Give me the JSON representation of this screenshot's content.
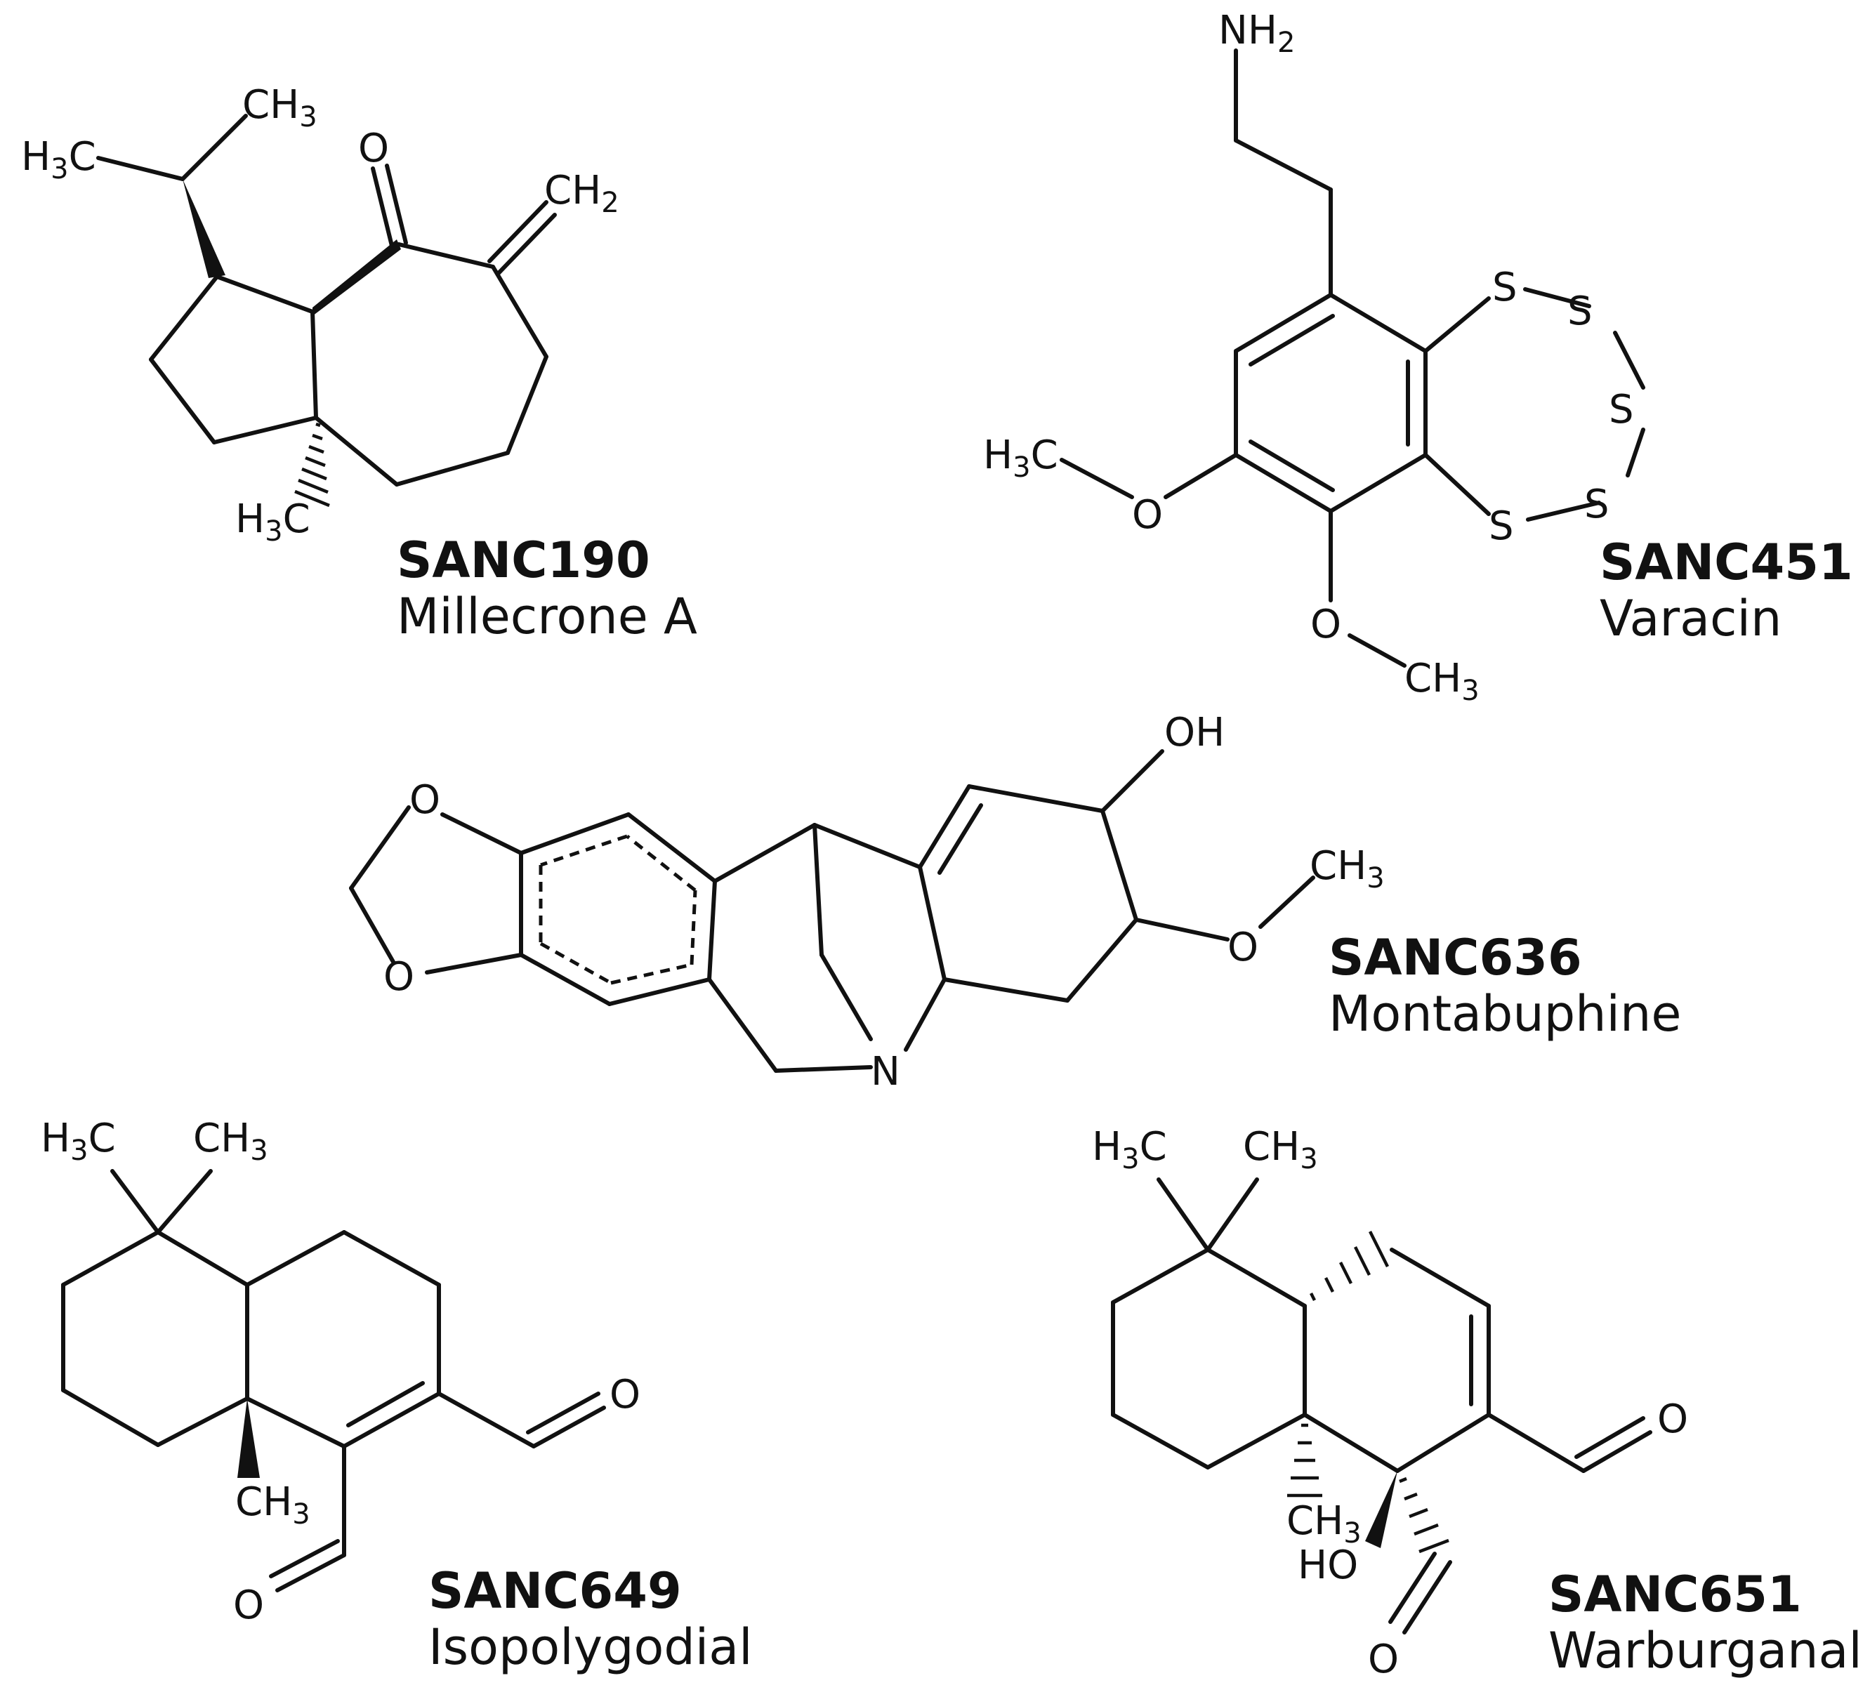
{
  "figure": {
    "compounds": [
      {
        "id": "sanc190",
        "code": "SANC190",
        "name": "Millecrone A"
      },
      {
        "id": "sanc451",
        "code": "SANC451",
        "name": "Varacin"
      },
      {
        "id": "sanc636",
        "code": "SANC636",
        "name": "Montabuphine"
      },
      {
        "id": "sanc649",
        "code": "SANC649",
        "name": "Isopolygodial"
      },
      {
        "id": "sanc651",
        "code": "SANC651",
        "name": "Warburganal"
      }
    ],
    "atoms": {
      "O": "O",
      "S": "S",
      "N": "N",
      "OH": "OH",
      "HO": "HO",
      "H": "H",
      "C": "C",
      "CH": "CH",
      "NH": "NH",
      "sub2": "2",
      "sub3": "3"
    },
    "colors": {
      "ink": "#111111",
      "background": "#ffffff"
    }
  }
}
